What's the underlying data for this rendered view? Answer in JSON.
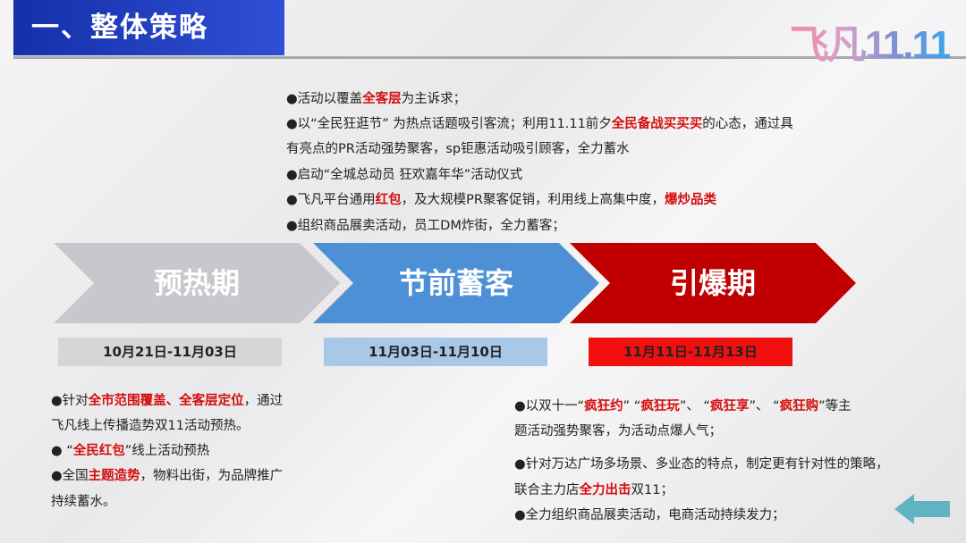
{
  "header": {
    "title": "一、整体策略",
    "logo": "飞凡11.11"
  },
  "top_lines": [
    [
      {
        "t": "●活动以覆盖"
      },
      {
        "t": "全客层",
        "hl": true
      },
      {
        "t": "为主诉求；"
      }
    ],
    [
      {
        "t": "●以“全民狂逛节” 为热点话题吸引客流；利用11.11前夕"
      },
      {
        "t": "全民备战买买买",
        "hl": true
      },
      {
        "t": "的心态，通过具"
      }
    ],
    [
      {
        "t": "有亮点的PR活动强势聚客，sp钜惠活动吸引顾客，全力蓄水"
      }
    ],
    [
      {
        "t": "●启动“全城总动员 狂欢嘉年华”活动仪式"
      }
    ],
    [
      {
        "t": "●飞凡平台通用"
      },
      {
        "t": "红包",
        "hl": true
      },
      {
        "t": "，及大规模PR聚客促销，利用线上高集中度，"
      },
      {
        "t": "爆炒品类",
        "hl": true
      }
    ],
    [
      {
        "t": "●组织商品展卖活动，员工DM炸街，全力蓄客；"
      }
    ]
  ],
  "phases": [
    {
      "label": "预热期",
      "date": "10月21日-11月03日",
      "color": "#c8c8cc",
      "date_bg": "#d6d6d8"
    },
    {
      "label": "节前蓄客",
      "date": "11月03日-11月10日",
      "color": "#4d90d6",
      "date_bg": "#a9c8e8"
    },
    {
      "label": "引爆期",
      "date": "11月11日-11月13日",
      "color": "#c00000",
      "date_bg": "#f20f0f"
    }
  ],
  "left_lines": [
    [
      {
        "t": "●针对"
      },
      {
        "t": "全市范围覆盖、全客层定位",
        "hl": true
      },
      {
        "t": "，通过"
      }
    ],
    [
      {
        "t": "飞凡线上传播造势双11活动预热。"
      }
    ],
    [
      {
        "t": "● “"
      },
      {
        "t": "全民红包",
        "hl": true
      },
      {
        "t": "”线上活动预热"
      }
    ],
    [
      {
        "t": "●全国"
      },
      {
        "t": "主题造势",
        "hl": true
      },
      {
        "t": "，物料出街，为品牌推广"
      }
    ],
    [
      {
        "t": "持续蓄水。"
      }
    ]
  ],
  "right_lines": [
    [
      {
        "t": "●以双十一“"
      },
      {
        "t": "疯狂约",
        "hl": true
      },
      {
        "t": "” “"
      },
      {
        "t": "疯狂玩",
        "hl": true
      },
      {
        "t": "”、 “"
      },
      {
        "t": "疯狂享",
        "hl": true
      },
      {
        "t": "”、 “"
      },
      {
        "t": "疯狂购",
        "hl": true
      },
      {
        "t": "”等主"
      }
    ],
    [
      {
        "t": "题活动强势聚客，为活动点爆人气；"
      }
    ],
    [
      {
        "t": "●针对万达广场多场景、多业态的特点，制定更有针对性的策略，"
      }
    ],
    [
      {
        "t": "联合主力店"
      },
      {
        "t": "全力出击",
        "hl": true
      },
      {
        "t": "双11；"
      }
    ],
    [
      {
        "t": "●全力组织商品展卖活动，电商活动持续发力；"
      }
    ]
  ],
  "nav": {
    "back_icon": "left-arrow-icon",
    "back_color": "#5fb3c3"
  }
}
